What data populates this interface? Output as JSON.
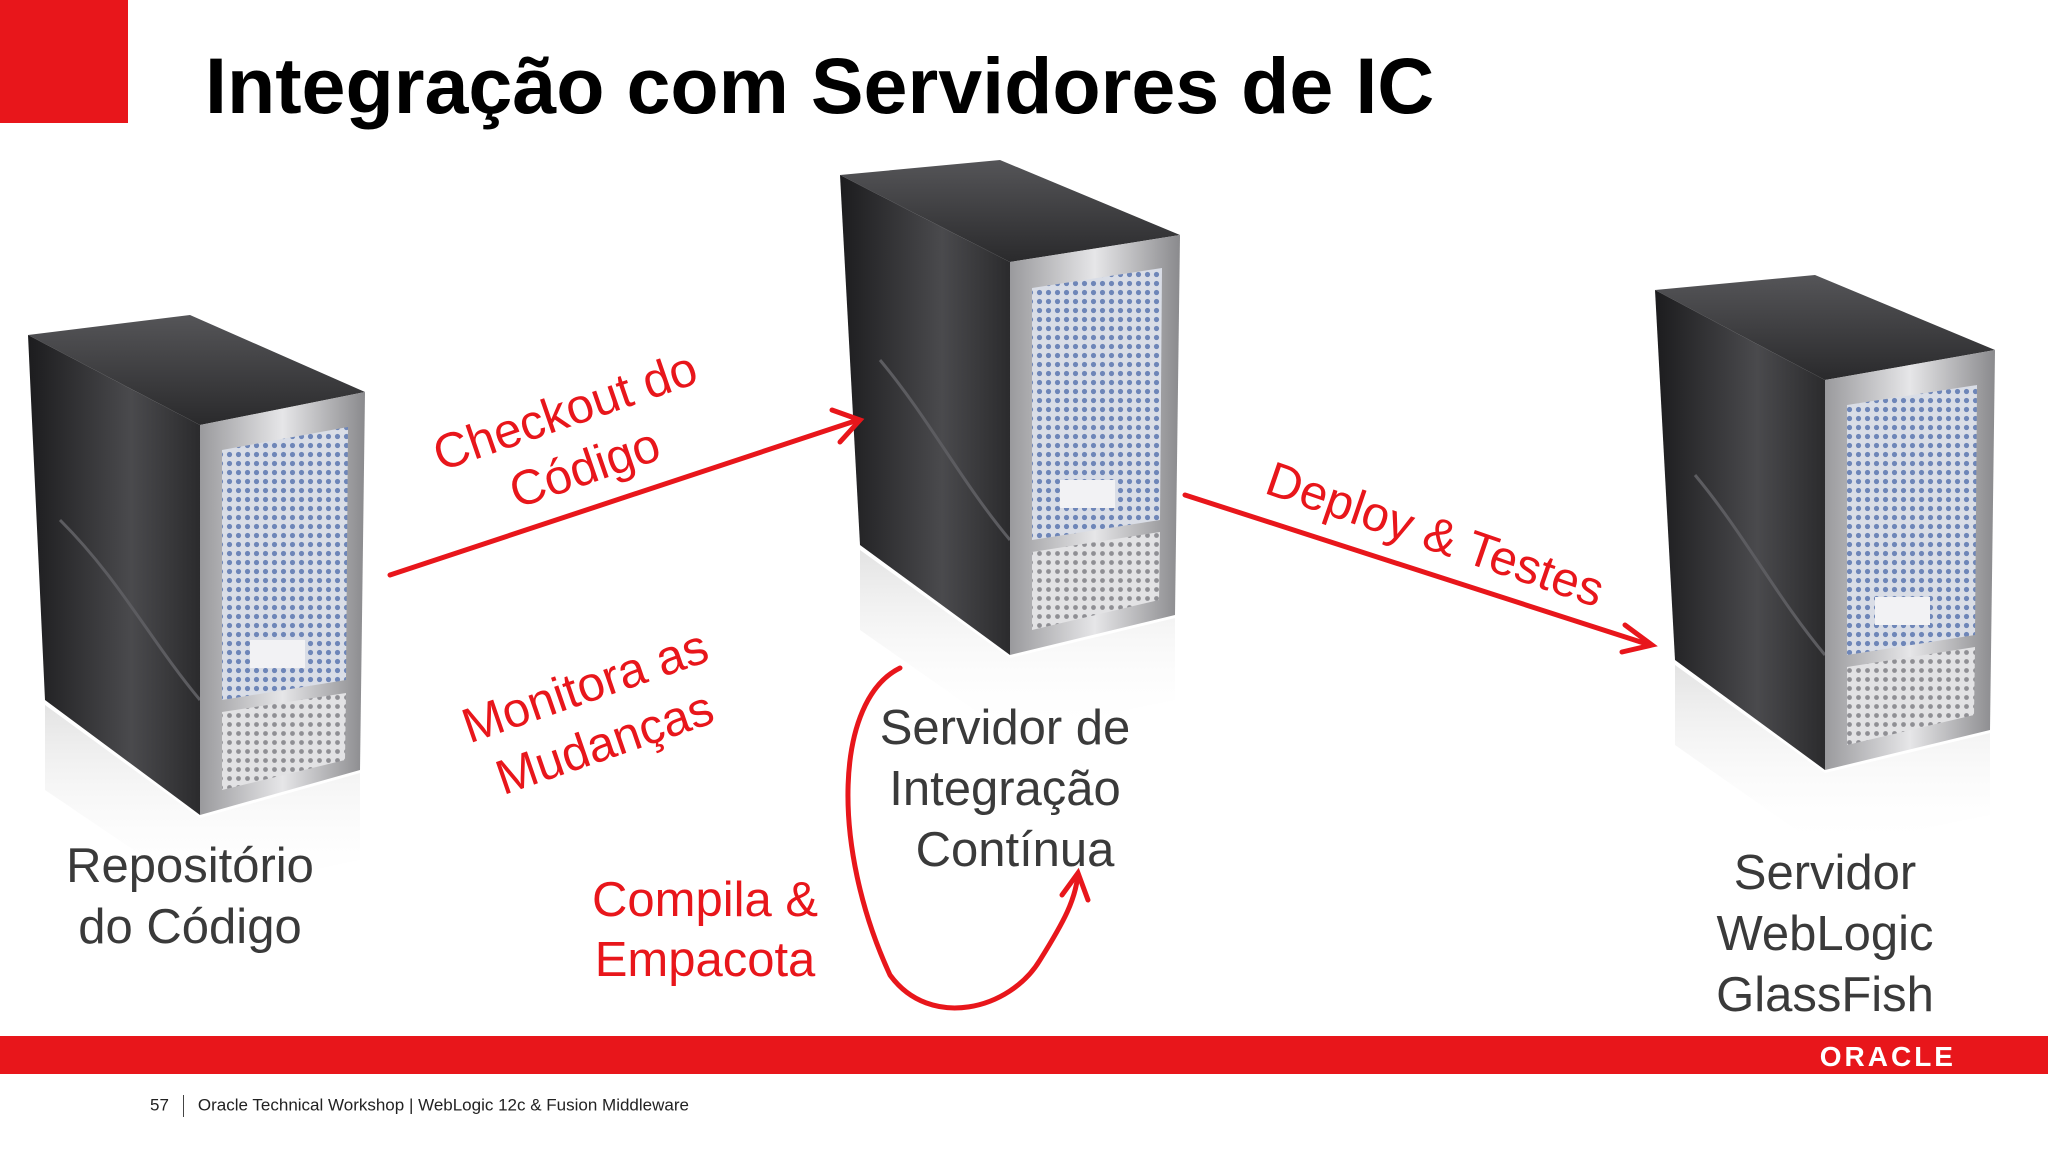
{
  "slide": {
    "title": "Integração com Servidores de IC"
  },
  "nodes": {
    "repo": {
      "line1": "Repositório",
      "line2": "do Código"
    },
    "ci": {
      "line1": "Servidor de",
      "line2": "Integração",
      "line3": "Contínua"
    },
    "weblogic": {
      "line1": "Servidor",
      "line2": "WebLogic",
      "line3": "GlassFish"
    }
  },
  "edges": {
    "checkout": {
      "line1": "Checkout do",
      "line2": "Código"
    },
    "monitor": {
      "line1": "Monitora as",
      "line2": "Mudanças"
    },
    "build": {
      "line1": "Compila &",
      "line2": "Empacota"
    },
    "deploy": {
      "label": "Deploy & Testes"
    }
  },
  "footer": {
    "page_number": "57",
    "text": "Oracle Technical Workshop | WebLogic 12c & Fusion Middleware",
    "logo": "ORACLE"
  },
  "colors": {
    "accent": "#e8161b",
    "server_body": "#3b3b3d"
  }
}
